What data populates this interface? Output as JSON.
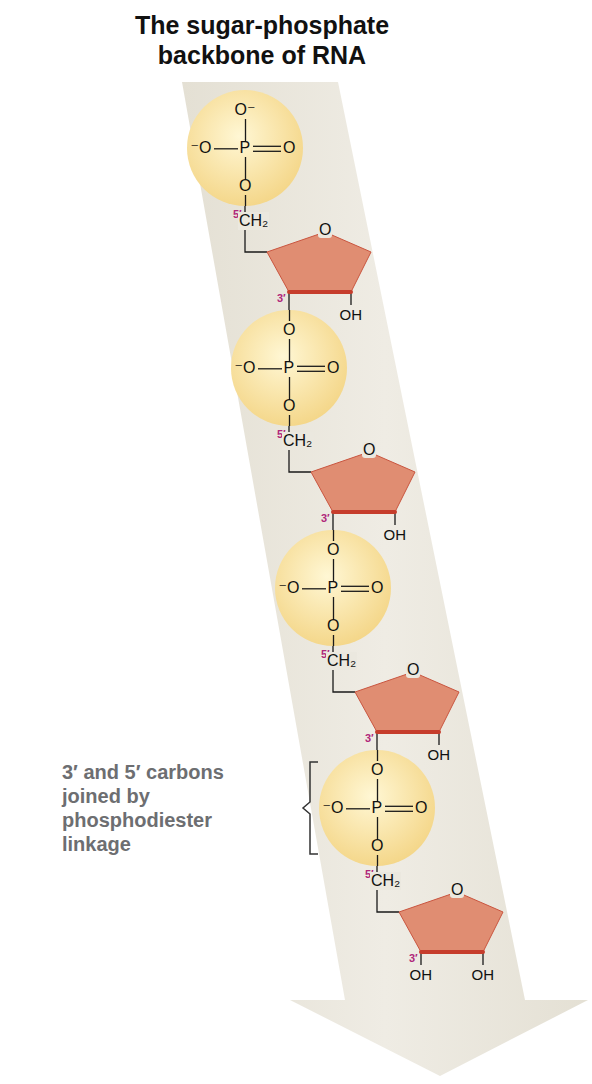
{
  "diagram": {
    "title": "The sugar-phosphate backbone of RNA",
    "nodes": [
      {
        "text": [
          "O⁻",
          "⁻O",
          "P",
          "O",
          "O"
        ]
      },
      {
        "text": [
          "O"
        ]
      },
      {
        "text": [
          "O",
          "⁻O",
          "P",
          "O",
          "O"
        ]
      },
      {
        "text": [
          "O"
        ]
      },
      {
        "text": [
          "O",
          "⁻O",
          "P",
          "O",
          "O"
        ]
      },
      {
        "text": [
          "O"
        ]
      },
      {
        "text": [
          "O",
          "⁻O",
          "P",
          "O",
          "O"
        ]
      },
      {
        "text": [
          "O"
        ]
      }
    ],
    "edges": [
      {
        "from": 0,
        "to": 1,
        "arrow": "none"
      },
      {
        "from": 1,
        "to": 2,
        "arrow": "none"
      },
      {
        "from": 2,
        "to": 3,
        "arrow": "none"
      },
      {
        "from": 3,
        "to": 4,
        "arrow": "none"
      },
      {
        "from": 4,
        "to": 5,
        "arrow": "none"
      },
      {
        "from": 5,
        "to": 6,
        "arrow": "none"
      },
      {
        "from": 6,
        "to": 7,
        "arrow": "none"
      }
    ],
    "labels": [
      "5′",
      "CH₂",
      "3′",
      "OH",
      "5′",
      "CH₂",
      "3′",
      "OH",
      "5′",
      "CH₂",
      "3′",
      "OH",
      "3′ and 5′ carbons joined by phosphodiester linkage",
      "5′",
      "CH₂",
      "3′",
      "OH",
      "OH"
    ]
  }
}
